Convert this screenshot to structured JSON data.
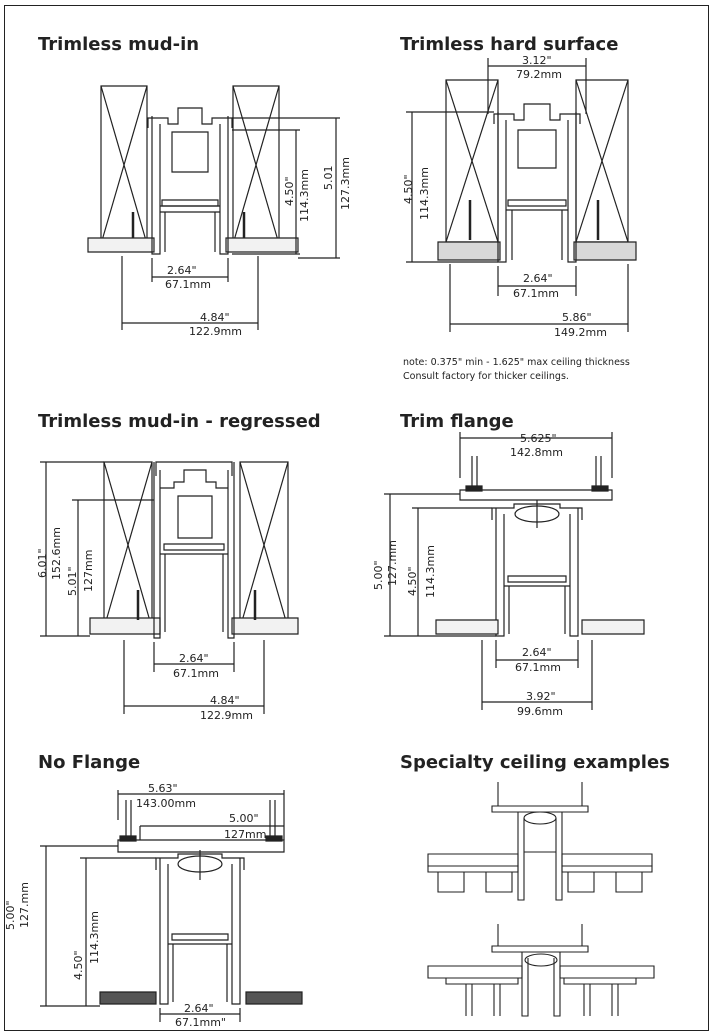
{
  "sections": {
    "mud_in": {
      "title": "Trimless mud-in",
      "dims": {
        "height_in": "4.50\"",
        "height_mm": "114.3mm",
        "overall_in": "5.01",
        "overall_mm": "127.3mm",
        "inner_in": "2.64\"",
        "inner_mm": "67.1mm",
        "outer_in": "4.84\"",
        "outer_mm": "122.9mm"
      }
    },
    "hard_surface": {
      "title": "Trimless hard surface",
      "dims": {
        "top_in": "3.12\"",
        "top_mm": "79.2mm",
        "height_in": "4.50\"",
        "height_mm": "114.3mm",
        "inner_in": "2.64\"",
        "inner_mm": "67.1mm",
        "outer_in": "5.86\"",
        "outer_mm": "149.2mm"
      },
      "note_line1": "note: 0.375\" min - 1.625\" max ceiling thickness",
      "note_line2": "Consult factory for thicker ceilings."
    },
    "regressed": {
      "title": "Trimless mud-in - regressed",
      "dims": {
        "overall_in": "6.01\"",
        "overall_mm": "152.6mm",
        "height_in": "5.01\"",
        "height_mm": "127mm",
        "inner_in": "2.64\"",
        "inner_mm": "67.1mm",
        "outer_in": "4.84\"",
        "outer_mm": "122.9mm"
      }
    },
    "trim_flange": {
      "title": "Trim flange",
      "dims": {
        "top_in": "5.625\"",
        "top_mm": "142.8mm",
        "overall_in": "5.00\"",
        "overall_mm": "127.mm",
        "height_in": "4.50\"",
        "height_mm": "114.3mm",
        "inner_in": "2.64\"",
        "inner_mm": "67.1mm",
        "outer_in": "3.92\"",
        "outer_mm": "99.6mm"
      }
    },
    "no_flange": {
      "title": "No Flange",
      "dims": {
        "top_in": "5.63\"",
        "top_mm": "143.00mm",
        "mid_in": "5.00\"",
        "mid_mm": "127mm",
        "overall_in": "5.00\"",
        "overall_mm": "127.mm",
        "height_in": "4.50\"",
        "height_mm": "114.3mm",
        "inner_in": "2.64\"",
        "inner_mm": "67.1mm\""
      }
    },
    "specialty": {
      "title": "Specialty ceiling examples"
    }
  }
}
